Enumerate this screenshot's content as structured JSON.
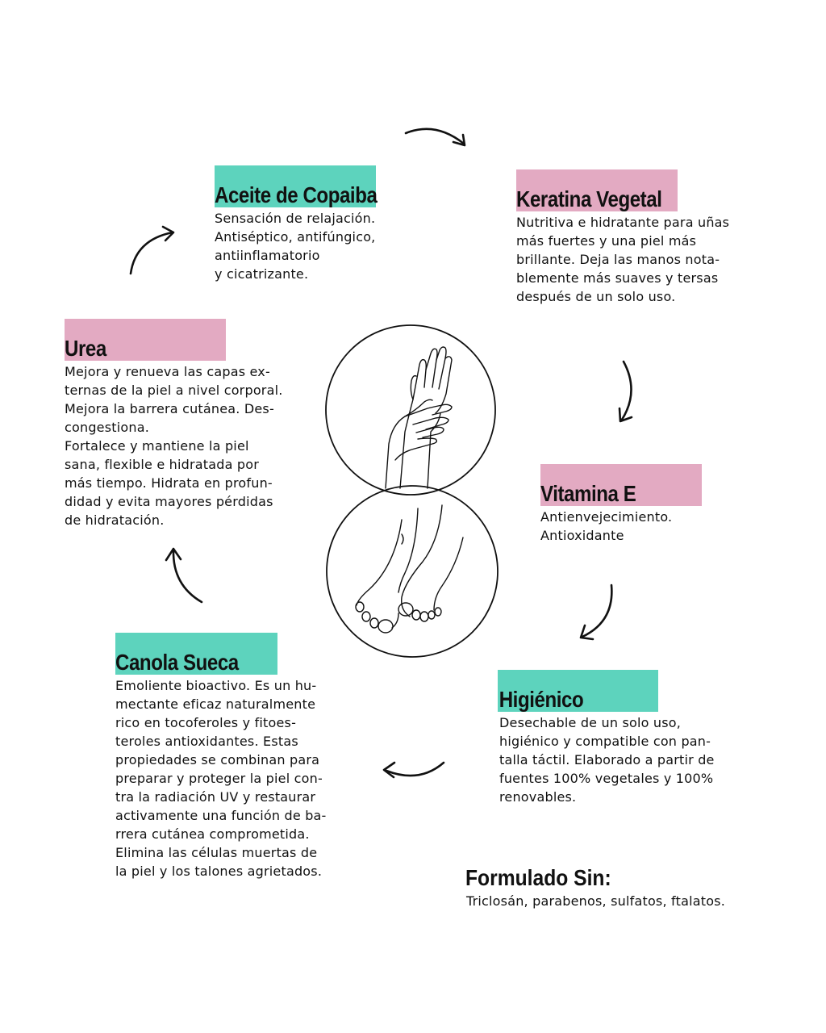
{
  "ingredients": {
    "copaiba": {
      "title": "Aceite de Copaiba",
      "color": "#5dd3bd",
      "lines": [
        "Sensación de relajación.",
        "Antiséptico, antifúngico,",
        "antiinflamatorio",
        "y cicatrizante."
      ]
    },
    "keratina": {
      "title": "Keratina Vegetal",
      "color": "#e3aac2",
      "lines": [
        "Nutritiva e hidratante para uñas",
        "más fuertes y una piel más",
        "brillante. Deja las manos nota-",
        "blemente más suaves y tersas",
        "después de un solo uso."
      ]
    },
    "urea": {
      "title": "Urea",
      "color": "#e3aac2",
      "lines": [
        "Mejora y renueva las capas ex-",
        "ternas de la piel a nivel corporal.",
        "Mejora la barrera cutánea. Des-",
        "congestiona.",
        "Fortalece y mantiene la piel",
        "sana, flexible e hidratada por",
        "más tiempo. Hidrata en profun-",
        "didad y evita mayores pérdidas",
        "de hidratación."
      ]
    },
    "vitamina": {
      "title": "Vitamina E",
      "color": "#e3aac2",
      "lines": [
        "Antienvejecimiento.",
        "Antioxidante"
      ]
    },
    "canola": {
      "title": "Canola Sueca",
      "color": "#5dd3bd",
      "lines": [
        "Emoliente bioactivo. Es un hu-",
        "mectante eficaz naturalmente",
        "rico en tocoferoles y fitoes-",
        "teroles antioxidantes. Estas",
        "propiedades se combinan para",
        "preparar y proteger la piel con-",
        "tra la radiación UV y restaurar",
        "activamente una función de ba-",
        "rrera cutánea comprometida.",
        "Elimina las células muertas de",
        "la piel y los talones agrietados."
      ]
    },
    "higienico": {
      "title": "Higiénico",
      "color": "#5dd3bd",
      "lines": [
        "Desechable de un solo uso,",
        "higiénico y compatible con pan-",
        "talla táctil. Elaborado a partir de",
        "fuentes 100% vegetales y 100%",
        "renovables."
      ]
    }
  },
  "formulado": {
    "title": "Formulado Sin:",
    "text": "Triclosán, parabenos, sulfatos, ftalatos."
  },
  "icons": {
    "hands": "hands-line-art-icon",
    "feet": "feet-line-art-icon",
    "arrows": "curved-arrow-icon"
  }
}
